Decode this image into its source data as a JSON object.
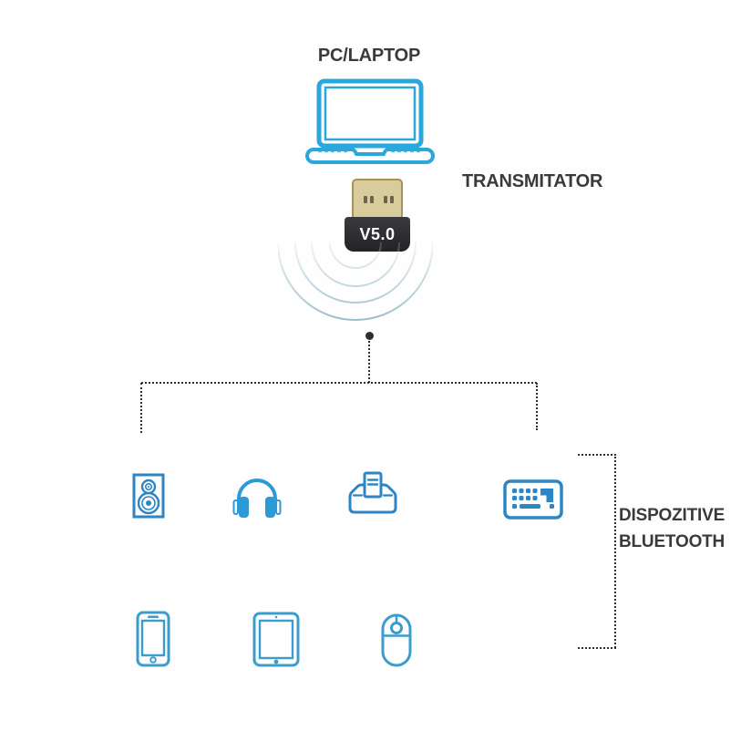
{
  "diagram": {
    "source_label": "PC/LAPTOP",
    "transmitter_label": "TRANSMITATOR",
    "dongle_version": "V5.0",
    "group_label_line1": "DISPOZITIVE",
    "group_label_line2": "BLUETOOTH",
    "devices_row1": [
      "speaker",
      "headphones",
      "printer",
      "keyboard"
    ],
    "devices_row2": [
      "smartphone",
      "tablet",
      "mouse"
    ]
  },
  "colors": {
    "text_dark": "#3a3a3a",
    "laptop_blue": "#2aa8dc",
    "device_blue": "#2c85c5",
    "headphones_blue": "#2d9ad8",
    "device_blue_light": "#3c9dcb",
    "wave_blue": "#9dbfcd",
    "dongle_gold": "#d9cc9c",
    "dongle_gold_dark": "#a7935a",
    "dongle_slot": "#6e6448",
    "dongle_black": "#232326",
    "dongle_black_hi": "#3b3b3e",
    "line_color": "#2e2e2e"
  }
}
